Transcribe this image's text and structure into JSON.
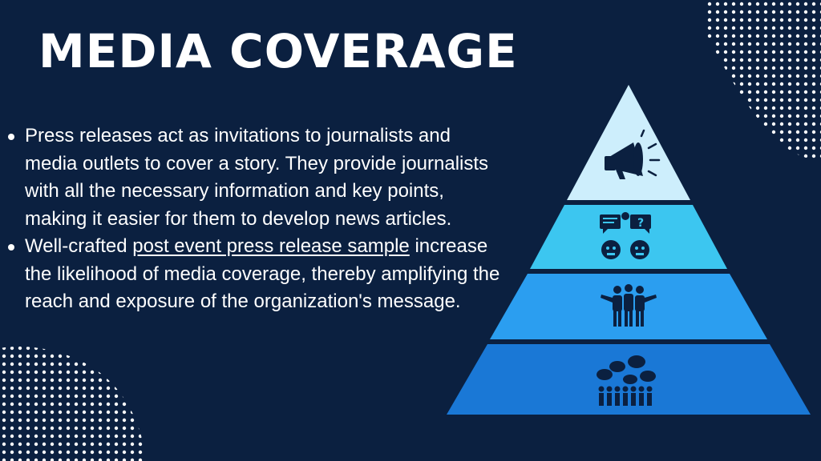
{
  "slide": {
    "title": "MEDIA COVERAGE",
    "bullets": [
      {
        "text": "Press releases act as invitations to journalists and media outlets to cover a story. They provide journalists with all the necessary information and key points, making it easier for them to develop news articles."
      },
      {
        "text_before": "Well-crafted ",
        "link": "post event press release sample",
        "text_after": " increase the likelihood of media coverage, thereby amplifying the reach and exposure of the organization's message."
      }
    ]
  },
  "pyramid": {
    "tiers": [
      {
        "icon": "megaphone-icon",
        "color": "#cdeefc"
      },
      {
        "icon": "discussion-people-icon",
        "color": "#3cc6f0"
      },
      {
        "icon": "group-hug-icon",
        "color": "#2b9ef0"
      },
      {
        "icon": "crowd-speech-icon",
        "color": "#1a78d6"
      }
    ]
  },
  "colors": {
    "background": "#0b2040",
    "text": "#ffffff",
    "icon": "#0b2040"
  }
}
